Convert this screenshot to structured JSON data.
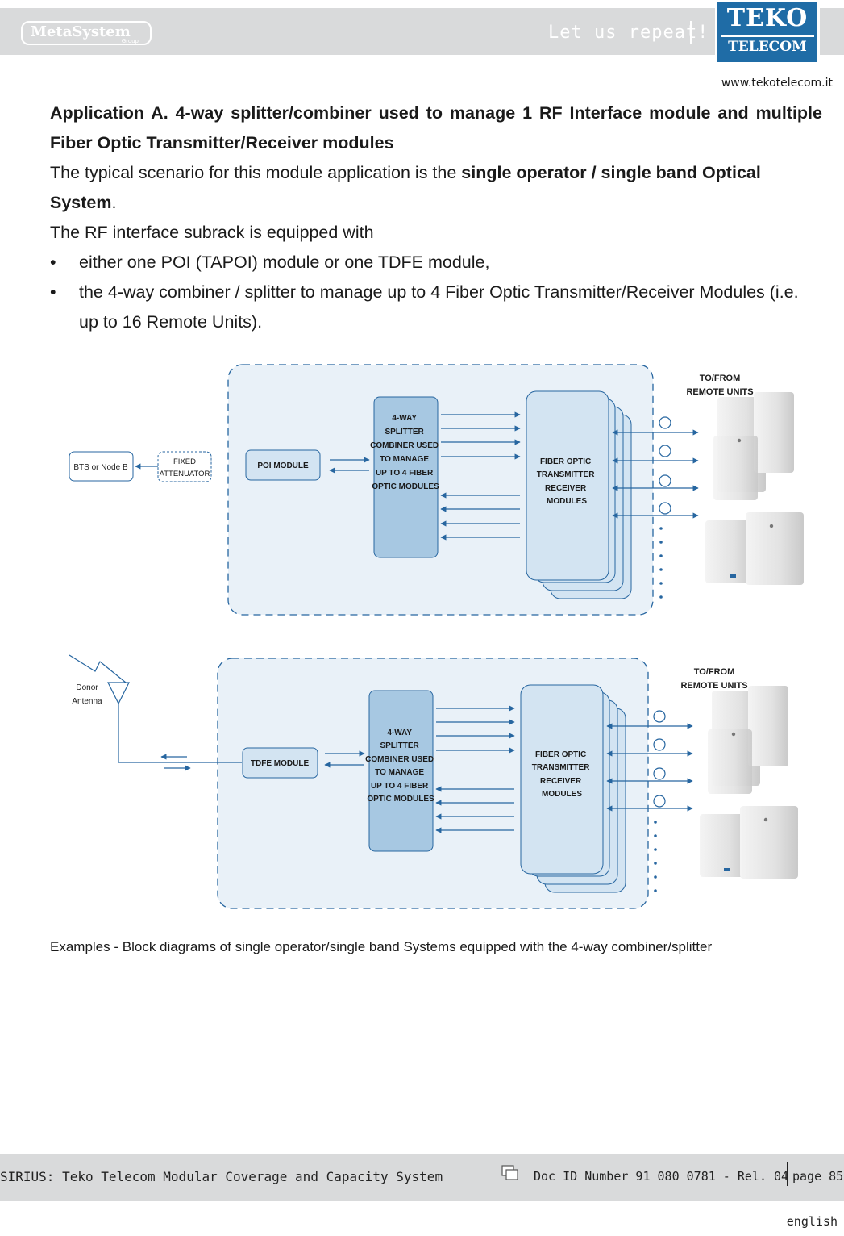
{
  "header": {
    "metasystem_logo": "MetaSystem",
    "metasystem_group": "Group",
    "tagline": "Let us repeat!",
    "teko_line1": "TEKO",
    "teko_line2": "TELECOM",
    "website": "www.tekotelecom.it"
  },
  "content": {
    "heading": "Application A. 4-way splitter/combiner used to manage 1 RF Interface module and multiple Fiber Optic Transmitter/Receiver modules",
    "intro_prefix": "The typical scenario for this module application is the ",
    "intro_bold": "single operator / single band Optical System",
    "intro_suffix": ".",
    "subrack_text": "The RF interface subrack is equipped with",
    "bullets": [
      "either one POI (TAPOI) module or one TDFE module,",
      "the 4-way combiner / splitter to manage up to 4 Fiber Optic Transmitter/Receiver Modules (i.e. up to 16 Remote Units)."
    ]
  },
  "diagram_a": {
    "bts_label": "BTS or Node B",
    "attenuator_line1": "FIXED",
    "attenuator_line2": "ATTENUATOR",
    "poi_label": "POI MODULE",
    "splitter_lines": [
      "4-WAY",
      "SPLITTER",
      "COMBINER USED",
      "TO MANAGE",
      "UP TO 4 FIBER",
      "OPTIC MODULES"
    ],
    "fiber_lines": [
      "FIBER OPTIC",
      "TRANSMITTER",
      "RECEIVER",
      "MODULES"
    ],
    "remote_line1": "TO/FROM",
    "remote_line2": "REMOTE UNITS"
  },
  "diagram_b": {
    "donor_line1": "Donor",
    "donor_line2": "Antenna",
    "tdfe_label": "TDFE MODULE",
    "splitter_lines": [
      "4-WAY",
      "SPLITTER",
      "COMBINER USED",
      "TO MANAGE",
      "UP TO 4 FIBER",
      "OPTIC MODULES"
    ],
    "fiber_lines": [
      "FIBER OPTIC",
      "TRANSMITTER",
      "RECEIVER",
      "MODULES"
    ],
    "remote_line1": "TO/FROM",
    "remote_line2": "REMOTE UNITS"
  },
  "caption": "Examples - Block diagrams of single operator/single band Systems equipped with the 4-way combiner/splitter",
  "footer": {
    "title": "SIRIUS: Teko Telecom Modular Coverage and Capacity System",
    "doc_id": "Doc ID Number 91 080 0781 - Rel. 04",
    "page": "page 85",
    "language": "english"
  },
  "colors": {
    "module_fill": "#d3e4f2",
    "splitter_fill": "#a7c8e2",
    "line_blue": "#2766a0",
    "frame_fill": "#e9f1f8",
    "header_grey": "#d9dadb"
  }
}
